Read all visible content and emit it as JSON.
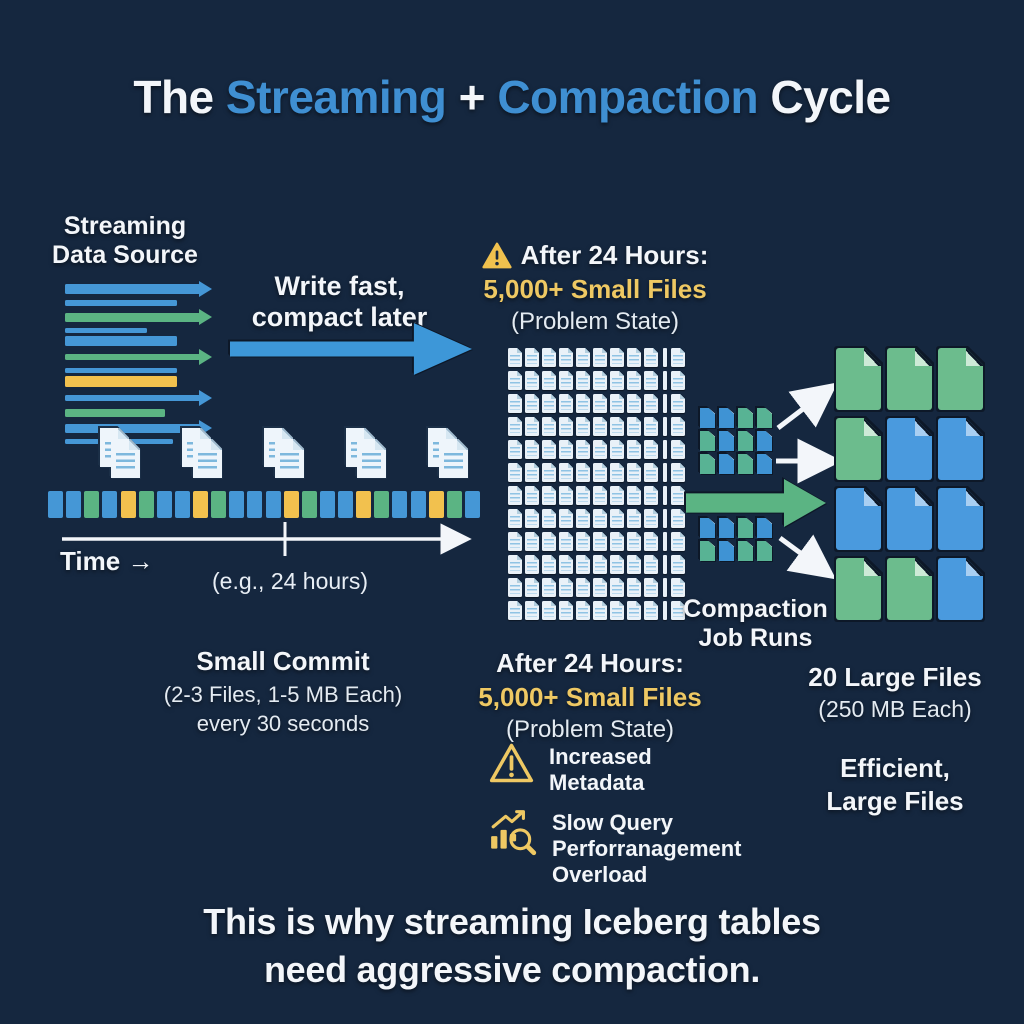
{
  "colors": {
    "background": "#15273f",
    "blue": "#4597d6",
    "green": "#5bb483",
    "yellow": "#f2c14e",
    "accent": "#3f8fd2",
    "white": "#f3f6fa",
    "warning_text": "#eec863",
    "outline": "#0d1828"
  },
  "title": {
    "prefix": "The ",
    "part1": "Streaming",
    "plus": " + ",
    "part2": "Compaction",
    "suffix": " Cycle"
  },
  "left": {
    "source_line1": "Streaming",
    "source_line2": "Data Source",
    "write_line1": "Write fast,",
    "write_line2": "compact later",
    "bars": [
      {
        "c": "blue",
        "w": 135,
        "h": 10,
        "a": true
      },
      {
        "c": "blue",
        "w": 112,
        "h": 6,
        "a": false
      },
      {
        "c": "green",
        "w": 135,
        "h": 9,
        "a": true
      },
      {
        "c": "blue",
        "w": 82,
        "h": 5,
        "a": false
      },
      {
        "c": "blue",
        "w": 112,
        "h": 10,
        "a": false
      },
      {
        "c": "green",
        "w": 135,
        "h": 6,
        "a": true
      },
      {
        "c": "blue",
        "w": 112,
        "h": 5,
        "a": false
      },
      {
        "c": "yellow",
        "w": 112,
        "h": 11,
        "a": false
      },
      {
        "c": "blue",
        "w": 135,
        "h": 6,
        "a": true
      },
      {
        "c": "green",
        "w": 100,
        "h": 8,
        "a": false
      },
      {
        "c": "blue",
        "w": 135,
        "h": 9,
        "a": true
      },
      {
        "c": "blue",
        "w": 108,
        "h": 5,
        "a": false
      }
    ]
  },
  "timeline": {
    "file_pair_count": 5,
    "squares": [
      "blue",
      "blue",
      "green",
      "blue",
      "yellow",
      "green",
      "blue",
      "blue",
      "yellow",
      "green",
      "blue",
      "blue",
      "blue",
      "yellow",
      "green",
      "blue",
      "blue",
      "yellow",
      "green",
      "blue",
      "blue",
      "yellow",
      "green",
      "blue"
    ],
    "time_label": "Time →",
    "duration_label": "(e.g., 24 hours)"
  },
  "commit": {
    "title": "Small Commit",
    "detail": "(2-3 Files, 1-5 MB Each)",
    "frequency": "every 30 seconds"
  },
  "problem_top": {
    "line1": "After 24 Hours:",
    "line2": "5,000+ Small Files",
    "line3": "(Problem State)"
  },
  "small_files_grid": {
    "rows": 12,
    "cols": 9,
    "has_partial_col": true
  },
  "compaction": {
    "label_line1": "Compaction",
    "label_line2": "Job Runs",
    "cluster_top": [
      [
        "blue",
        "blue",
        "green",
        "green"
      ],
      [
        "green",
        "blue",
        "green",
        "blue"
      ],
      [
        "green",
        "blue",
        "green",
        "blue"
      ]
    ],
    "cluster_bottom": [
      [
        "blue",
        "blue",
        "green",
        "blue"
      ],
      [
        "green",
        "blue",
        "green",
        "green"
      ]
    ]
  },
  "problem_bottom": {
    "line1": "After 24 Hours:",
    "line2": "5,000+ Small Files",
    "line3": "(Problem State)"
  },
  "result": {
    "large_files": [
      [
        "green",
        "green",
        "green"
      ],
      [
        "green",
        "blue",
        "blue"
      ],
      [
        "blue",
        "blue",
        "blue"
      ],
      [
        "green",
        "green",
        "blue"
      ]
    ],
    "count_title": "20 Large Files",
    "count_detail": "(250 MB Each)",
    "quality_line1": "Efficient,",
    "quality_line2": "Large Files"
  },
  "issues": [
    {
      "icon": "warning-triangle-icon",
      "line1": "Increased",
      "line2": "Metadata",
      "line3": ""
    },
    {
      "icon": "slow-query-icon",
      "line1": "Slow Query",
      "line2": "Perforranagement",
      "line3": "Overload"
    }
  ],
  "footer": {
    "line1": "This is why streaming Iceberg tables",
    "line2": "need aggressive compaction."
  }
}
